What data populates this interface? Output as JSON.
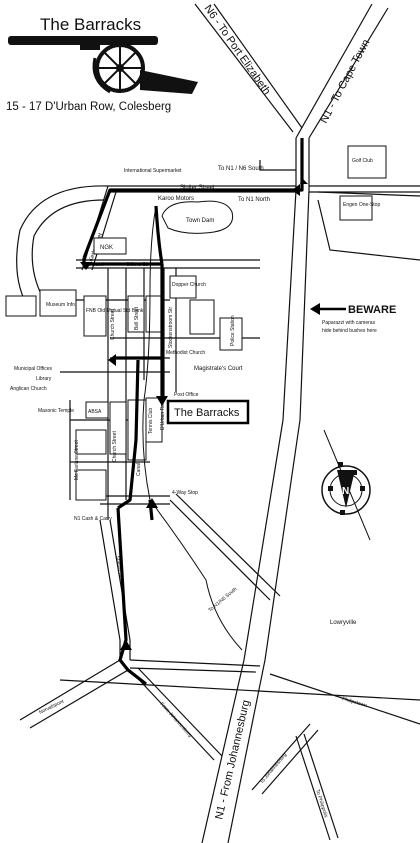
{
  "header": {
    "title": "The Barracks",
    "address": "15 - 17 D'Urban Row, Colesberg"
  },
  "highways": {
    "n1_cape_town": "N1 - To Cape Town",
    "n6_port_elizabeth": "N6 - To Port Elizabeth",
    "n1_johannesburg": "N1 - From Johannesburg"
  },
  "junction_signs": {
    "n1_n6_south": "To N1 / N6 South",
    "n1_north": "To N1 North"
  },
  "streets": {
    "sluiter": "Sluiter Street",
    "kerk": "Kerk Street",
    "sarel": "Sarel",
    "cilliers": "Cilliers Str",
    "church": "Church Street",
    "bell": "Bell Street",
    "stockenstroom": "Stockenstroom Str",
    "durban_row": "D'Urban Row",
    "mcfarlane": "Mc Farlane Street",
    "church_lower": "Church Street",
    "station": "Station St",
    "to_n1_n6_south": "To N1/N6 South",
    "philipstown": "Philipstown",
    "norvalspont": "Norvalspont",
    "from_johannesburg": "From Johannesburg",
    "to_johannesburg": "To Johannesburg",
    "to_philippolis": "To Philippolis"
  },
  "places": {
    "golf_club": "Golf Club",
    "engen": "Engen One-Stop",
    "international_supermarket": "International Supermarket",
    "karoo_motors": "Karoo Motors",
    "town_dam": "Town Dam",
    "ngk": "NGK",
    "dopper_church": "Dopper Church",
    "museum_info": "Museum Info",
    "fnb": "FNB Old Mutual Std Bank",
    "police_station": "Police Station",
    "methodist_church": "Methodist Church",
    "magistrates_court": "Magistrate's Court",
    "municipal_offices": "Municipal Offices",
    "library": "Library",
    "anglican_church": "Anglican Church",
    "post_office": "Post Office",
    "barracks": "The Barracks",
    "masonic_temple": "Masonic Temple",
    "absa": "ABSA",
    "tennis_club": "Tennis Club",
    "canal": "Canal",
    "four_way_stop": "4-Way Stop",
    "n1_cash_carry": "N1 Cash & Carry",
    "lowryville": "Lowryville"
  },
  "notice": {
    "title": "BEWARE",
    "text_line1": "Paparazzi with cameras",
    "text_line2": "hide behind bushes here"
  },
  "compass": {
    "north": "N"
  },
  "colors": {
    "ink": "#111111",
    "paper": "#ffffff"
  }
}
